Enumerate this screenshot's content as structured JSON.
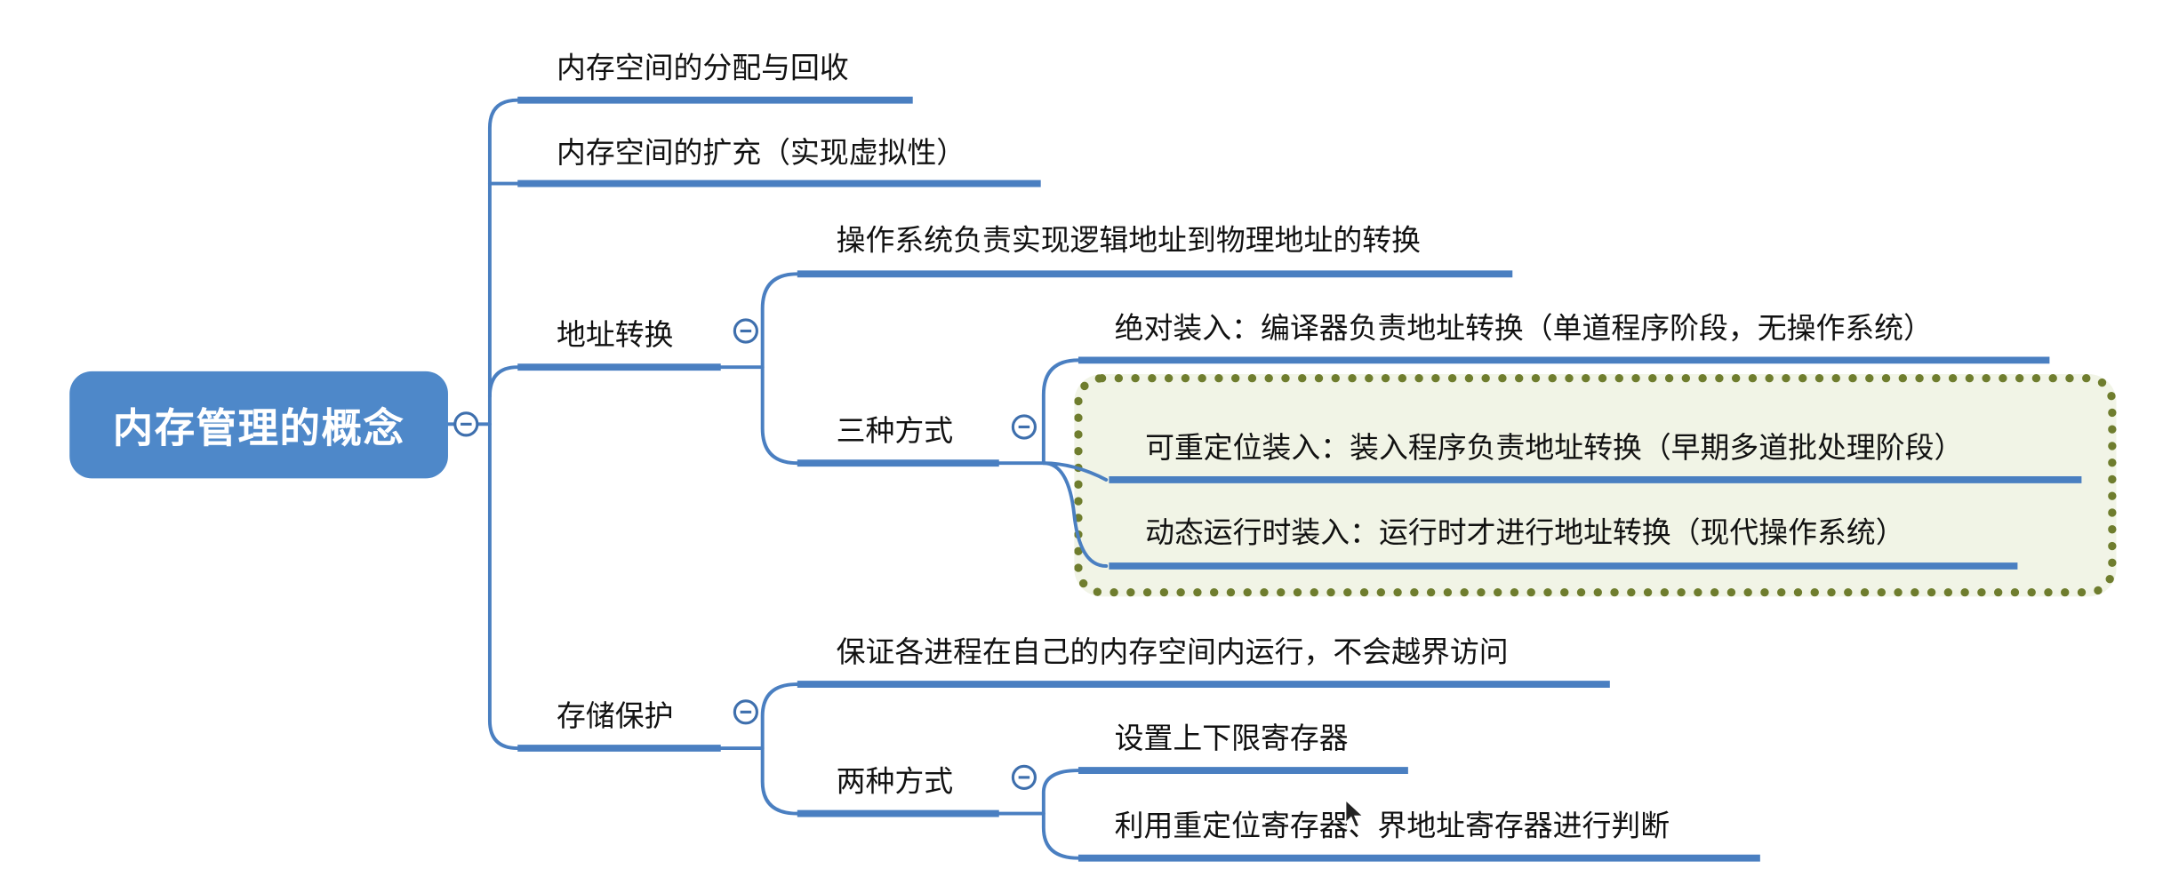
{
  "root": {
    "label": "内存管理的概念"
  },
  "topics": {
    "alloc": "内存空间的分配与回收",
    "expand": "内存空间的扩充（实现虚拟性）",
    "addr": {
      "label": "地址转换",
      "desc": "操作系统负责实现逻辑地址到物理地址的转换",
      "methods": {
        "label": "三种方式",
        "absolute": "绝对装入：编译器负责地址转换（单道程序阶段，无操作系统）",
        "relocatable": "可重定位装入：装入程序负责地址转换（早期多道批处理阶段）",
        "dynamic": "动态运行时装入：运行时才进行地址转换（现代操作系统）"
      }
    },
    "protect": {
      "label": "存储保护",
      "desc": "保证各进程在自己的内存空间内运行，不会越界访问",
      "methods": {
        "label": "两种方式",
        "bounds": "设置上下限寄存器",
        "relocation": "利用重定位寄存器、界地址寄存器进行判断"
      }
    }
  },
  "colors": {
    "root_fill": "#4e88c9",
    "line": "#4a7fc1",
    "highlight_border": "#6f7d2e",
    "highlight_fill": "#f1f4e6"
  }
}
